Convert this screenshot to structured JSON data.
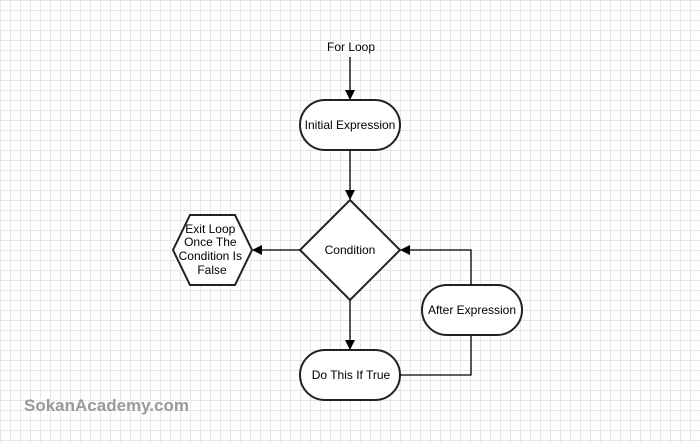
{
  "flowchart": {
    "start_label": "For Loop",
    "initial_expression": "Initial Expression",
    "condition": "Condition",
    "exit_lines": [
      "Exit Loop",
      "Once The",
      "Condition Is",
      "False"
    ],
    "do_this": "Do This If True",
    "after_expression": "After Expression"
  },
  "watermark": "SokanAcademy.com"
}
